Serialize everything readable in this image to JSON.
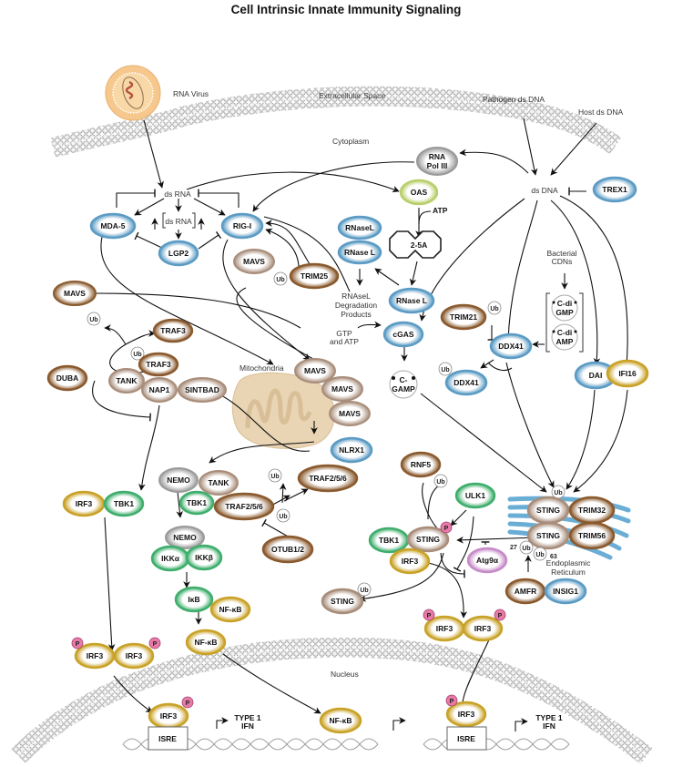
{
  "title": "Cell Intrinsic Innate Immunity Signaling",
  "colors": {
    "blue": "#5b9bc4",
    "brown": "#8a5a2e",
    "taupe": "#a88d7a",
    "gold": "#c9a227",
    "green": "#3fae6c",
    "gray": "#9a9a9a",
    "lime": "#b9cf6a",
    "violet": "#c68bc8",
    "phospho": "#e87aa8",
    "membrane": "#b9b9b9",
    "er": "#6aaed6",
    "mito": "#e9d4b4"
  },
  "regions": {
    "extracellular": "Extracellular Space",
    "cytoplasm": "Cytoplasm",
    "mitochondria": "Mitochondria",
    "nucleus": "Nucleus",
    "er_line1": "Endoplasmic",
    "er_line2": "Reticulum"
  },
  "labels": {
    "rna_virus": "RNA Virus",
    "pathogen_dna": "Pathogen ds DNA",
    "host_dna": "Host ds DNA",
    "ds_rna": "ds RNA",
    "ds_rna_bracket": "ds RNA",
    "ds_dna": "ds DNA",
    "atp": "ATP",
    "two_5a": "2-5A",
    "degradation_1": "RNAseL",
    "degradation_2": "Degradation",
    "degradation_3": "Products",
    "gtp_1": "GTP",
    "gtp_2": "and ATP",
    "bacterial_1": "Bacterial",
    "bacterial_2": "CDNs",
    "ub27": "27",
    "ub63": "63",
    "isre": "ISRE",
    "type1_1": "TYPE 1",
    "type1_2": "IFN"
  },
  "nodes": {
    "rna_pol": [
      "RNA",
      "Pol III"
    ],
    "mda5": "MDA-5",
    "lgp2": "LGP2",
    "rigi": "RIG-I",
    "mavs_a": "MAVS",
    "trim25": "TRIM25",
    "oas": "OAS",
    "rnasel_a": "RNaseL",
    "rnasel_b": "RNase L",
    "rnasel_c": "RNase L",
    "trex1": "TREX1",
    "mavs_b": "MAVS",
    "traf3_a": "TRAF3",
    "traf3_b": "TRAF3",
    "duba": "DUBA",
    "tank_a": "TANK",
    "nap1": "NAP1",
    "sintbad": "SINTBAD",
    "mavs_m1": "MAVS",
    "mavs_m2": "MAVS",
    "mavs_m3": "MAVS",
    "nlrx1": "NLRX1",
    "cgas": "cGAS",
    "cgamp": [
      "C-",
      "GAMP"
    ],
    "trim21": "TRIM21",
    "ddx41_a": "DDX41",
    "ddx41_b": "DDX41",
    "cdigmp": [
      "C-di",
      "GMP"
    ],
    "cdiamp": [
      "C-di",
      "AMP"
    ],
    "dai": "DAI",
    "ifi16": "IFI16",
    "irf3_a": "IRF3",
    "tbk1_a": "TBK1",
    "nemo_a": "NEMO",
    "tank_b": "TANK",
    "tbk1_b": "TBK1",
    "traf256_a": "TRAF2/5/6",
    "traf256_b": "TRAF2/5/6",
    "otub": "OTUB1/2",
    "nemo_b": "NEMO",
    "ikka": "IKKα",
    "ikkb": "IKKβ",
    "ikb": "IκB",
    "nfkb_a": "NF-κB",
    "nfkb_b": "NF-κB",
    "rnf5": "RNF5",
    "ulk1": "ULK1",
    "tbk1_c": "TBK1",
    "sting_c": "STING",
    "irf3_c": "IRF3",
    "atg9a": "Atg9α",
    "sting_ub": "STING",
    "sting_er1": "STING",
    "trim32": "TRIM32",
    "sting_er2": "STING",
    "trim56": "TRIM56",
    "amfr": "AMFR",
    "insig1": "INSIG1",
    "irf3_d1": "IRF3",
    "irf3_d2": "IRF3",
    "irf3_l1": "IRF3",
    "irf3_l2": "IRF3",
    "irf3_n1": "IRF3",
    "irf3_n2": "IRF3",
    "nfkb_n": "NF-κB"
  },
  "badges": {
    "ub": "Ub",
    "p": "P"
  }
}
